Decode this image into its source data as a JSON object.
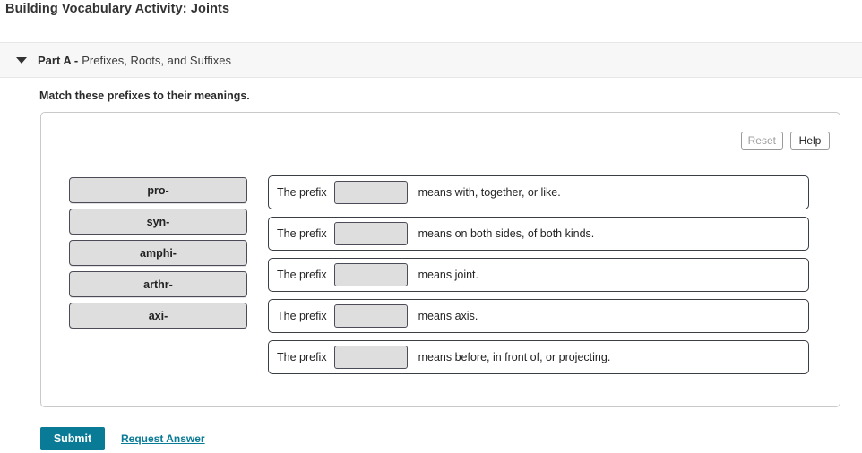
{
  "page": {
    "title": "Building Vocabulary Activity: Joints"
  },
  "part": {
    "caret_icon": "triangle-down-icon",
    "label": "Part A -",
    "subtitle": "Prefixes, Roots, and Suffixes"
  },
  "instruction": "Match these prefixes to their meanings.",
  "tools": {
    "reset_label": "Reset",
    "help_label": "Help"
  },
  "tiles": [
    {
      "label": "pro-"
    },
    {
      "label": "syn-"
    },
    {
      "label": "amphi-"
    },
    {
      "label": "arthr-"
    },
    {
      "label": "axi-"
    }
  ],
  "rows": [
    {
      "lead": "The prefix",
      "slot_value": "",
      "tail": "means with, together, or like."
    },
    {
      "lead": "The prefix",
      "slot_value": "",
      "tail": "means on both sides, of both kinds."
    },
    {
      "lead": "The prefix",
      "slot_value": "",
      "tail": "means joint."
    },
    {
      "lead": "The prefix",
      "slot_value": "",
      "tail": "means axis."
    },
    {
      "lead": "The prefix",
      "slot_value": "",
      "tail": "means before, in front of, or projecting."
    }
  ],
  "footer": {
    "submit_label": "Submit",
    "request_answer_label": "Request Answer"
  },
  "colors": {
    "accent": "#0a7b96",
    "tile_fill": "#dedede",
    "tile_border": "#4c4c58",
    "row_border": "#3a3f45",
    "panel_border": "#c9c9c9",
    "bar_background": "#f7f7f7"
  }
}
